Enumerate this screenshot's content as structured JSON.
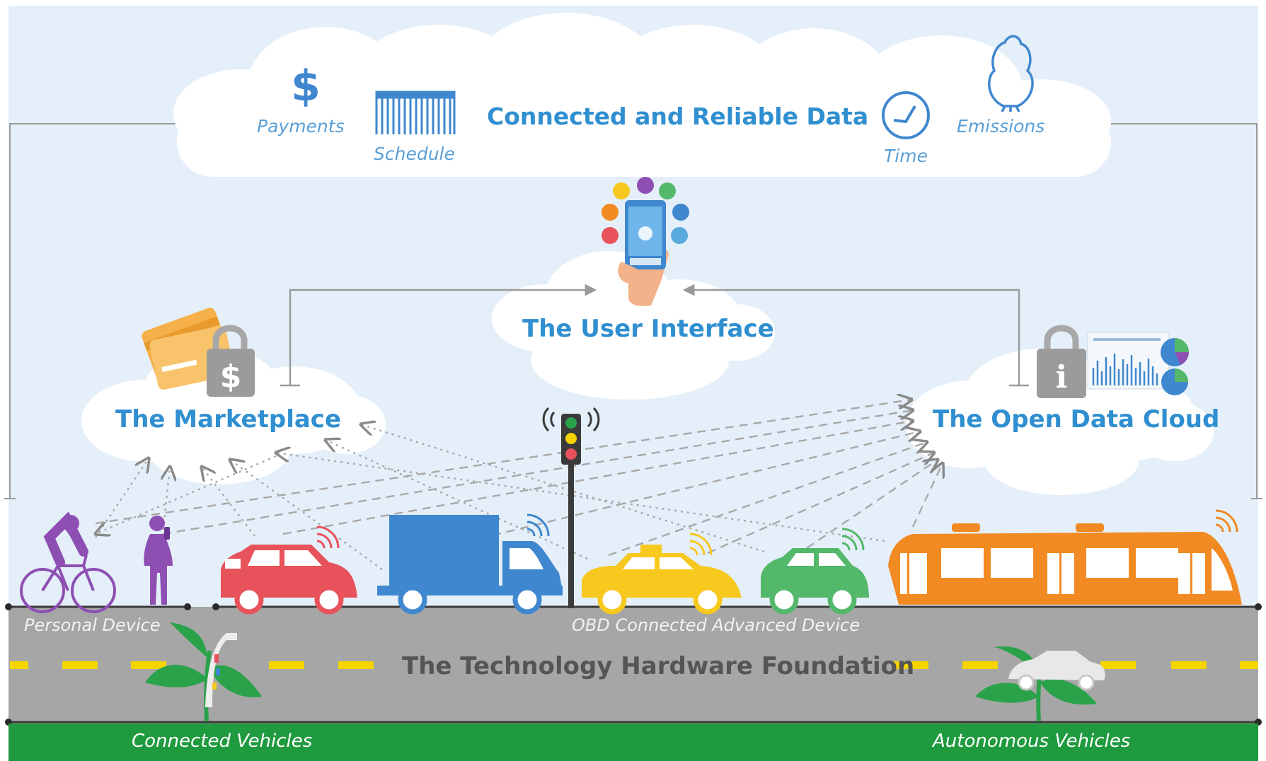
{
  "data_cloud": {
    "title": "Connected and  Reliable Data",
    "items": {
      "payments": "Payments",
      "schedule": "Schedule",
      "time": "Time",
      "emissions": "Emissions"
    }
  },
  "user_interface": {
    "title": "The User Interface"
  },
  "marketplace": {
    "title": "The Marketplace"
  },
  "open_data_cloud": {
    "title": "The Open Data Cloud"
  },
  "road": {
    "personal_device": "Personal Device",
    "obd_device": "OBD Connected Advanced Device",
    "foundation": "The Technology Hardware Foundation"
  },
  "ground": {
    "connected_vehicles": "Connected Vehicles",
    "autonomous_vehicles": "Autonomous Vehicles"
  },
  "colors": {
    "sky": "#e4eff9",
    "cloud": "#ffffff",
    "title_blue": "#2f8fd0",
    "item_blue": "#5a9fd6",
    "road": "#a6a6a6",
    "lane": "#f5d400",
    "ground": "#1f9a3e",
    "bicycle_person": "#8e4fb3",
    "car_red": "#e8525a",
    "truck_blue": "#3f87cf",
    "taxi_yellow": "#f7c81e",
    "car_green": "#54b86a",
    "bus_orange": "#f28a23"
  },
  "icons": [
    "dollar-icon",
    "schedule-icon",
    "clock-icon",
    "tree-icon",
    "smartphone-app-icon",
    "credit-card-lock-icon",
    "data-lock-icon",
    "traffic-light-icon",
    "bicycle-icon",
    "pedestrian-icon",
    "car-icon",
    "truck-icon",
    "taxi-icon",
    "bus-icon",
    "sprout-icon"
  ]
}
